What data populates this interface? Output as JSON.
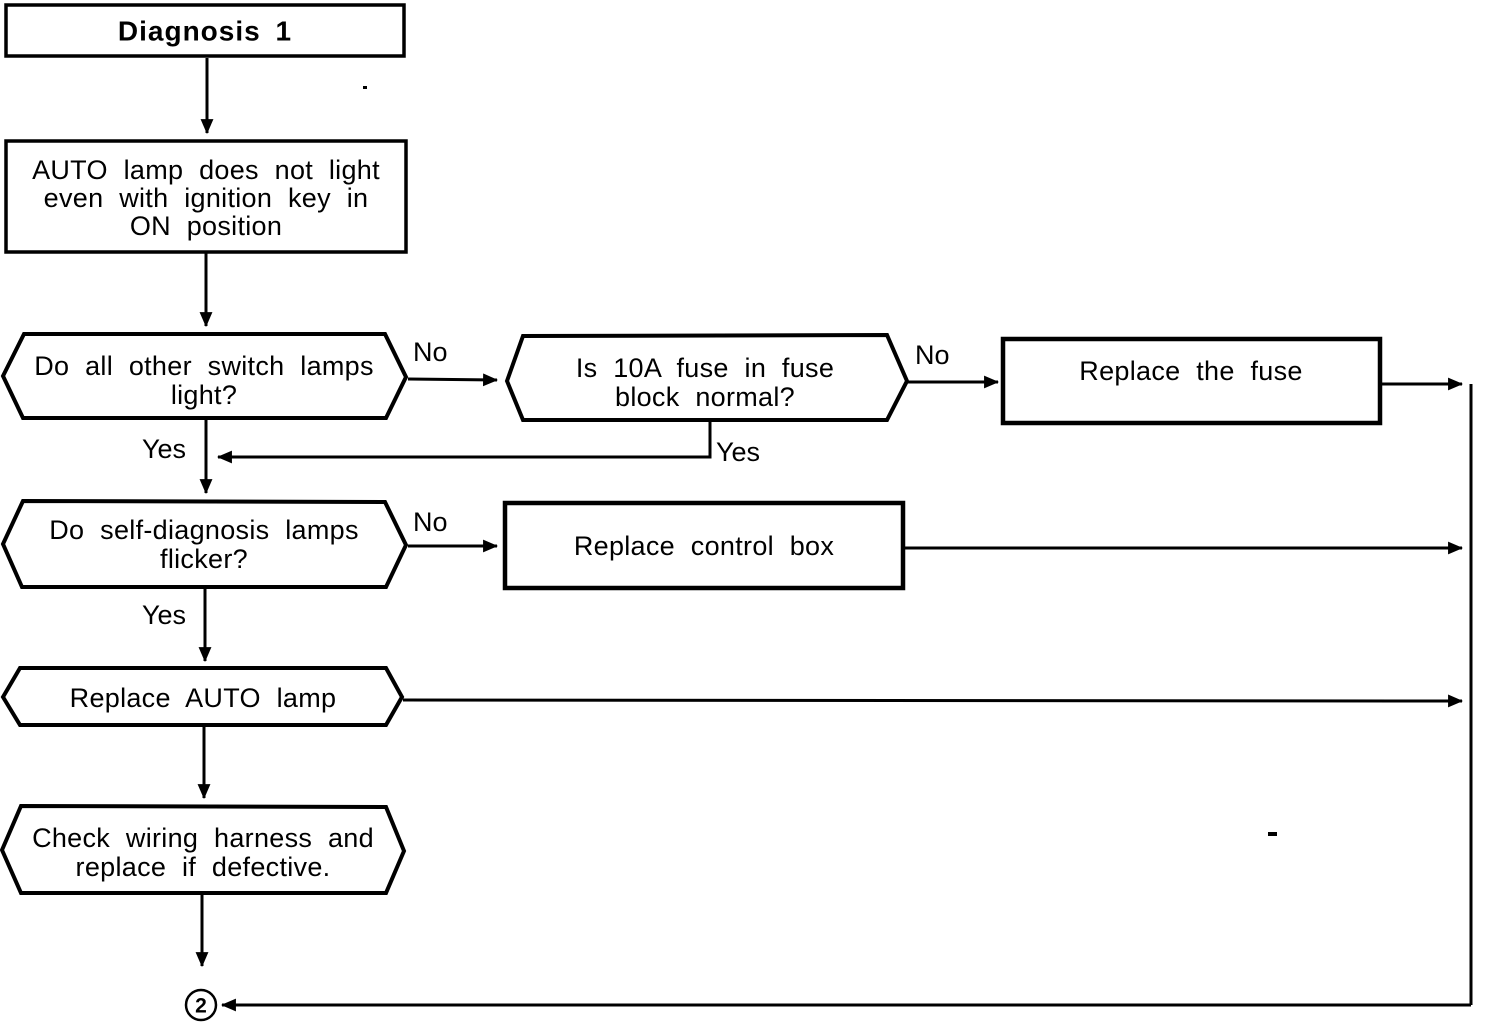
{
  "flow": {
    "title": "Diagnosis 1",
    "nodes": {
      "start": {
        "lines": [
          "AUTO lamp does not light",
          "even with ignition key in",
          "ON position"
        ]
      },
      "q_switch": {
        "lines": [
          "Do all other switch lamps",
          "light?"
        ]
      },
      "q_fuse": {
        "lines": [
          "Is 10A fuse in fuse",
          "block normal?"
        ]
      },
      "replace_fuse": {
        "label": "Replace the fuse"
      },
      "q_self_diag": {
        "lines": [
          "Do self-diagnosis lamps",
          "flicker?"
        ]
      },
      "replace_control": {
        "label": "Replace control box"
      },
      "replace_auto": {
        "label": "Replace AUTO lamp"
      },
      "check_wiring": {
        "lines": [
          "Check wiring harness and",
          "replace if defective."
        ]
      }
    },
    "edges": {
      "q_switch_no": "No",
      "q_switch_yes": "Yes",
      "q_fuse_no": "No",
      "q_fuse_yes": "Yes",
      "q_self_no": "No",
      "q_self_yes": "Yes"
    },
    "connector": {
      "label": "2"
    },
    "colors": {
      "ink": "#000000",
      "paper": "#ffffff"
    }
  }
}
